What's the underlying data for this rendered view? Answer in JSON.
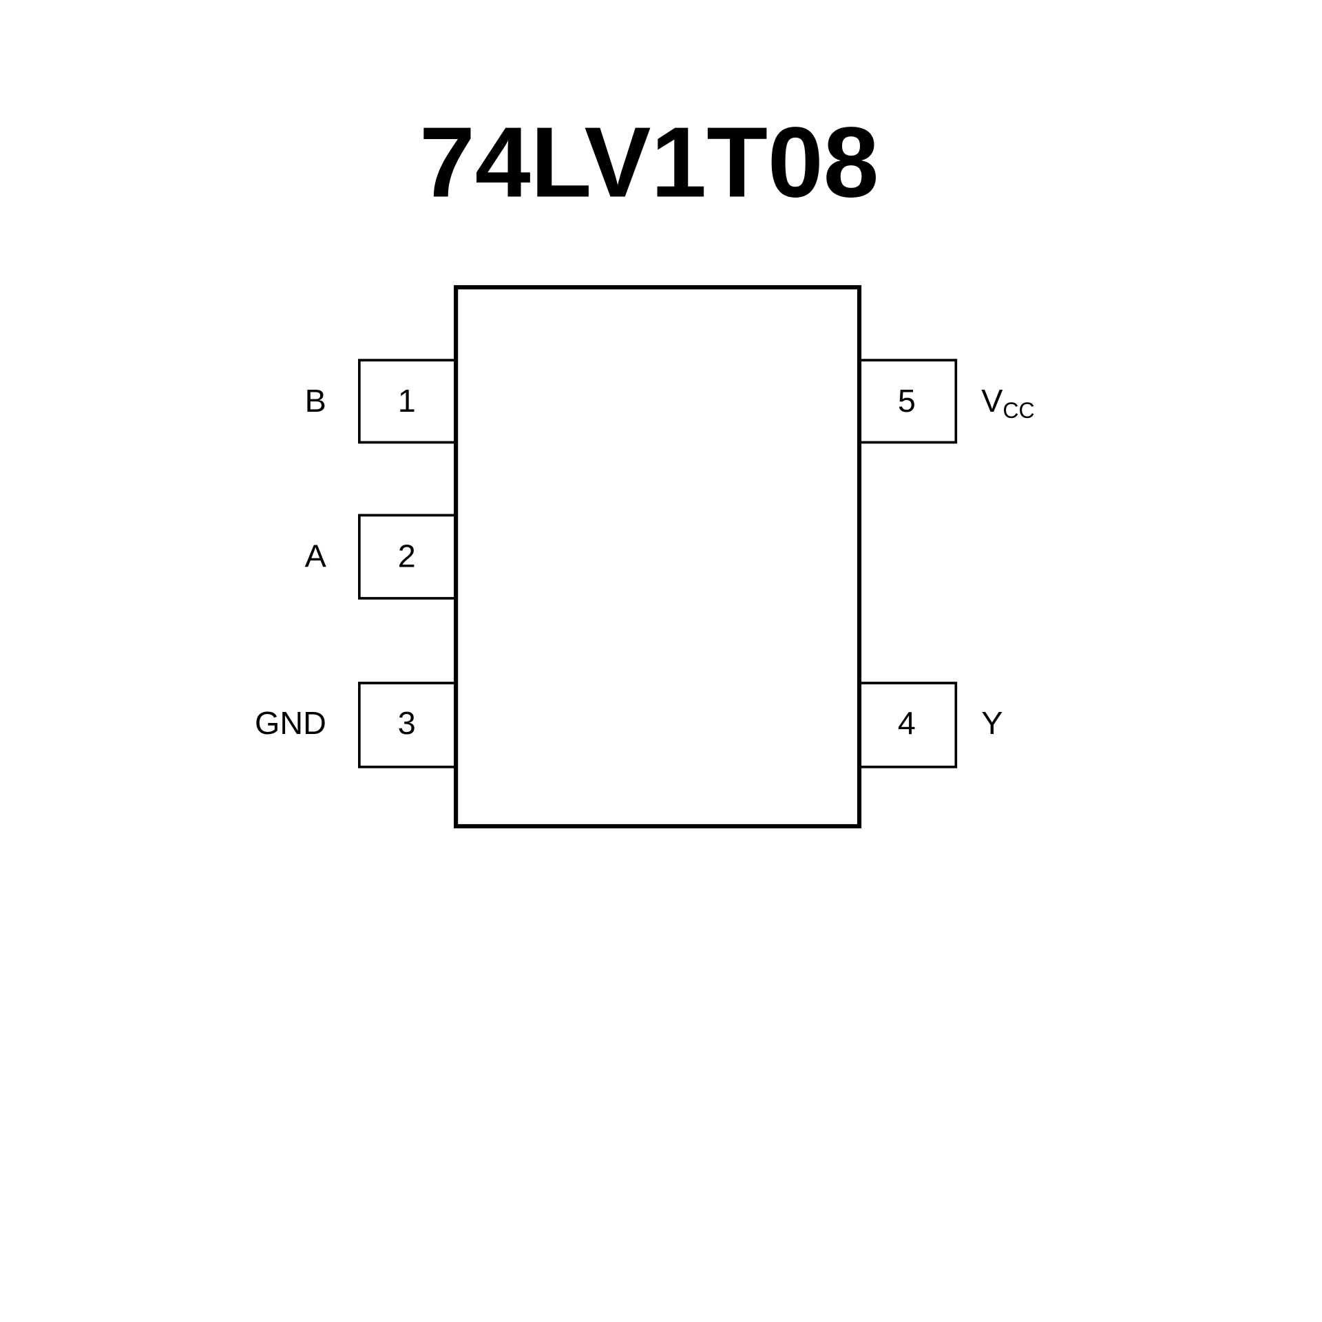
{
  "title": "74LV1T08",
  "pins": [
    {
      "number": "1",
      "name": "B"
    },
    {
      "number": "2",
      "name": "A"
    },
    {
      "number": "3",
      "name": "GND"
    },
    {
      "number": "4",
      "name": "Y"
    },
    {
      "number": "5",
      "name": "V",
      "name_subscript": "CC"
    }
  ],
  "colors": {
    "line": "#000000",
    "background": "#ffffff"
  }
}
